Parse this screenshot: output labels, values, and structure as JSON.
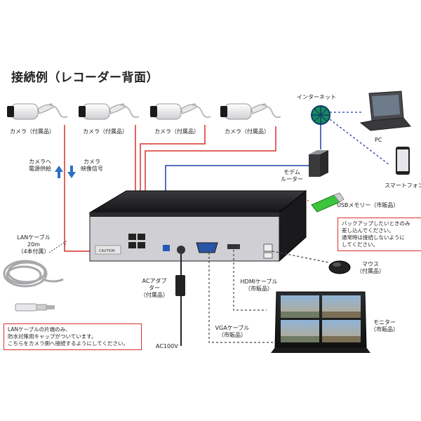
{
  "title": "接続例（レコーダー背面）",
  "cameras": [
    {
      "label": "カメラ（付属品）"
    },
    {
      "label": "カメラ（付属品）"
    },
    {
      "label": "カメラ（付属品）"
    },
    {
      "label": "カメラ（付属品）"
    }
  ],
  "power_legend": {
    "line1": "カメラへ",
    "line2": "電源供給"
  },
  "video_legend": {
    "line1": "カメラ",
    "line2": "映像信号"
  },
  "internet_label": "インターネット",
  "pc_label": "PC",
  "smartphone_label": "スマートフォン",
  "modem_label": {
    "line1": "モデム",
    "line2": "ルーター"
  },
  "usb_label": "USBメモリー（市販品）",
  "backup_note": {
    "line1": "バックアップしたいときのみ",
    "line2": "差し込んでください。",
    "line3": "通常時は接続しないように",
    "line4": "してください。"
  },
  "lan_cable_label": {
    "line1": "LANケーブル",
    "line2": "20m",
    "line3": "（4本付属）"
  },
  "lan_note": {
    "line1": "LANケーブルの片端のみ、",
    "line2": "防水対策用キャップがついています。",
    "line3": "こちらをカメラ側へ接続するようにしてください。"
  },
  "ac_adapter_label": {
    "line1": "ACアダプ",
    "line2": "ター",
    "line3": "（付属品）"
  },
  "ac100v_label": "AC100V",
  "hdmi_label": {
    "line1": "HDMIケーブル",
    "line2": "（市販品）"
  },
  "vga_label": {
    "line1": "VGAケーブル",
    "line2": "（市販品）"
  },
  "mouse_label": {
    "line1": "マウス",
    "line2": "（付属品）"
  },
  "monitor_label": {
    "line1": "モニター",
    "line2": "（市販品）"
  },
  "caution_text": "CAUTION",
  "colors": {
    "red_cable": "#d9302b",
    "blue_line": "#1f3fa8",
    "arrow_blue": "#2e6fc0",
    "recorder": "#1d1d1f"
  }
}
